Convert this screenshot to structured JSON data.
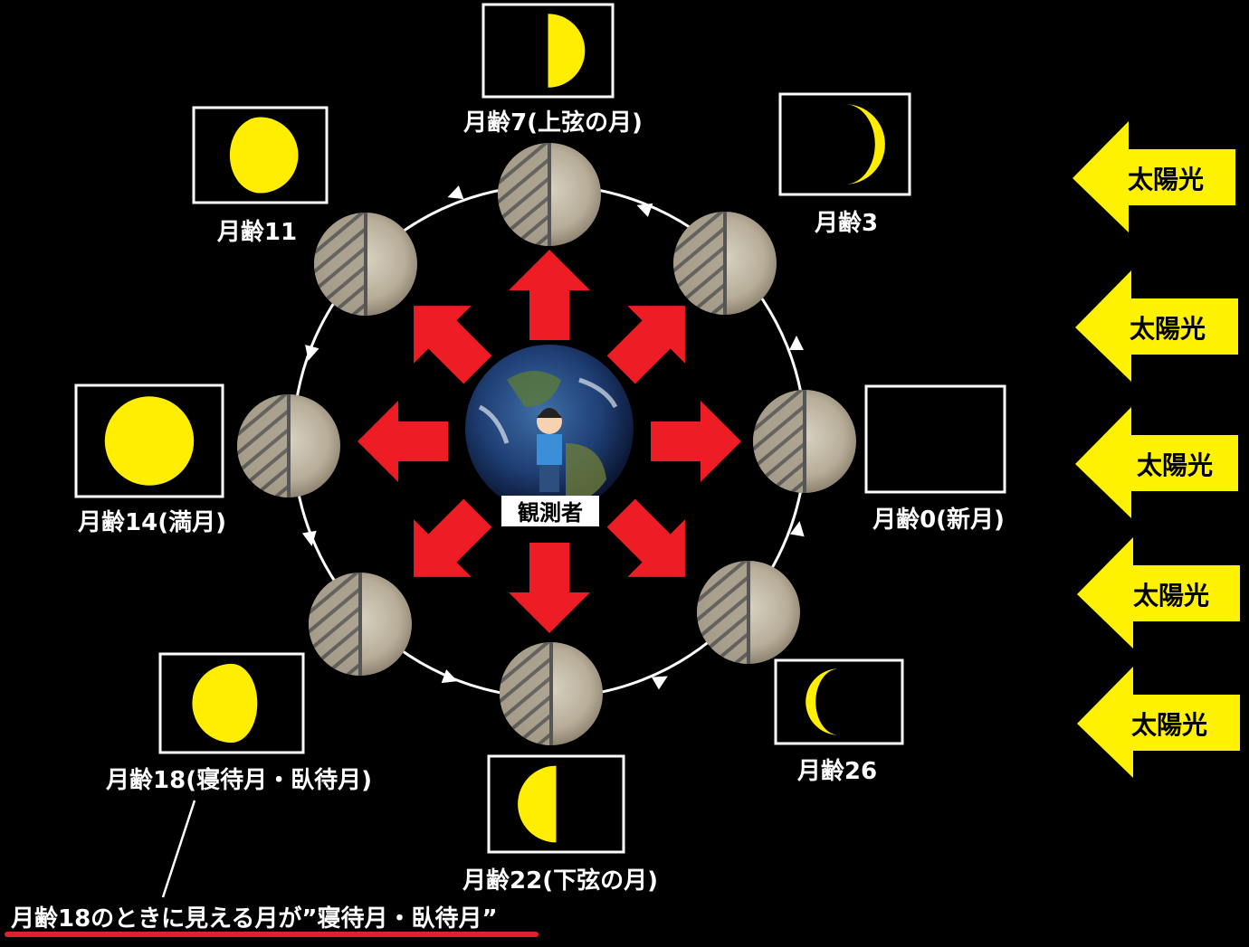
{
  "colors": {
    "background": "#000000",
    "moon_lit": "#ffee00",
    "arrow_red": "#ee1c24",
    "sun_arrow": "#fff200",
    "underline": "#e0202a"
  },
  "observer_label": "観測者",
  "sun_label": "太陽光",
  "phases": [
    {
      "label": "月齢0(新月)",
      "age": 0
    },
    {
      "label": "月齢3",
      "age": 3
    },
    {
      "label": "月齢7(上弦の月)",
      "age": 7
    },
    {
      "label": "月齢11",
      "age": 11
    },
    {
      "label": "月齢14(満月)",
      "age": 14
    },
    {
      "label": "月齢18(寝待月・臥待月)",
      "age": 18
    },
    {
      "label": "月齢22(下弦の月)",
      "age": 22
    },
    {
      "label": "月齢26",
      "age": 26
    }
  ],
  "caption": "月齢18のときに見える月が”寝待月・臥待月”"
}
